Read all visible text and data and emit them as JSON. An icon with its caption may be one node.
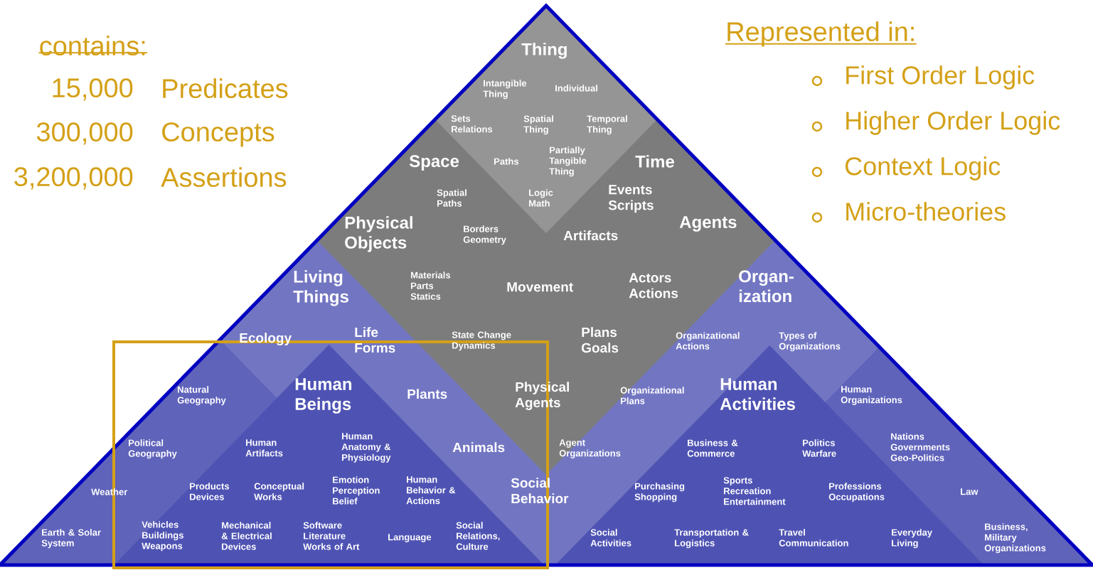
{
  "diagram": {
    "labels": [
      "contains:",
      "15,000",
      "Predicates",
      "300,000",
      "Concepts",
      "3,200,000",
      "Assertions",
      "Represented in:",
      "First Order Logic",
      "Higher Order Logic",
      "Context Logic",
      "Micro-theories",
      "Thing",
      "Intangible Thing",
      "Individual",
      "Sets Relations",
      "Spatial Thing",
      "Temporal Thing",
      "Space",
      "Paths",
      "Partially Tangible Thing",
      "Time",
      "Spatial Paths",
      "Logic Math",
      "Events Scripts",
      "Physical Objects",
      "Borders Geometry",
      "Artifacts",
      "Agents",
      "Living Things",
      "Materials Parts Statics",
      "Movement",
      "Actors Actions",
      "Organ- ization",
      "Ecology",
      "Life Forms",
      "State Change Dynamics",
      "Plans Goals",
      "Organizational Actions",
      "Types of Organizations",
      "Natural Geography",
      "Human Beings",
      "Plants",
      "Physical Agents",
      "Organizational Plans",
      "Human Activities",
      "Human Organizations",
      "Political Geography",
      "Human Artifacts",
      "Human Anatomy & Physiology",
      "Animals",
      "Agent Organizations",
      "Business & Commerce",
      "Politics Warfare",
      "Nations Governments Geo-Politics",
      "Weather",
      "Products Devices",
      "Conceptual Works",
      "Emotion Perception Belief",
      "Human Behavior & Actions",
      "Social Behavior",
      "Purchasing Shopping",
      "Sports Recreation Entertainment",
      "Professions Occupations",
      "Law",
      "Earth & Solar System",
      "Vehicles Buildings Weapons",
      "Mechanical & Electrical Devices",
      "Software Literature Works of Art",
      "Language",
      "Social Relations, Culture",
      "Social Activities",
      "Transportation & Logistics",
      "Travel Communication",
      "Everyday Living",
      "Business, Military Organizations"
    ]
  }
}
